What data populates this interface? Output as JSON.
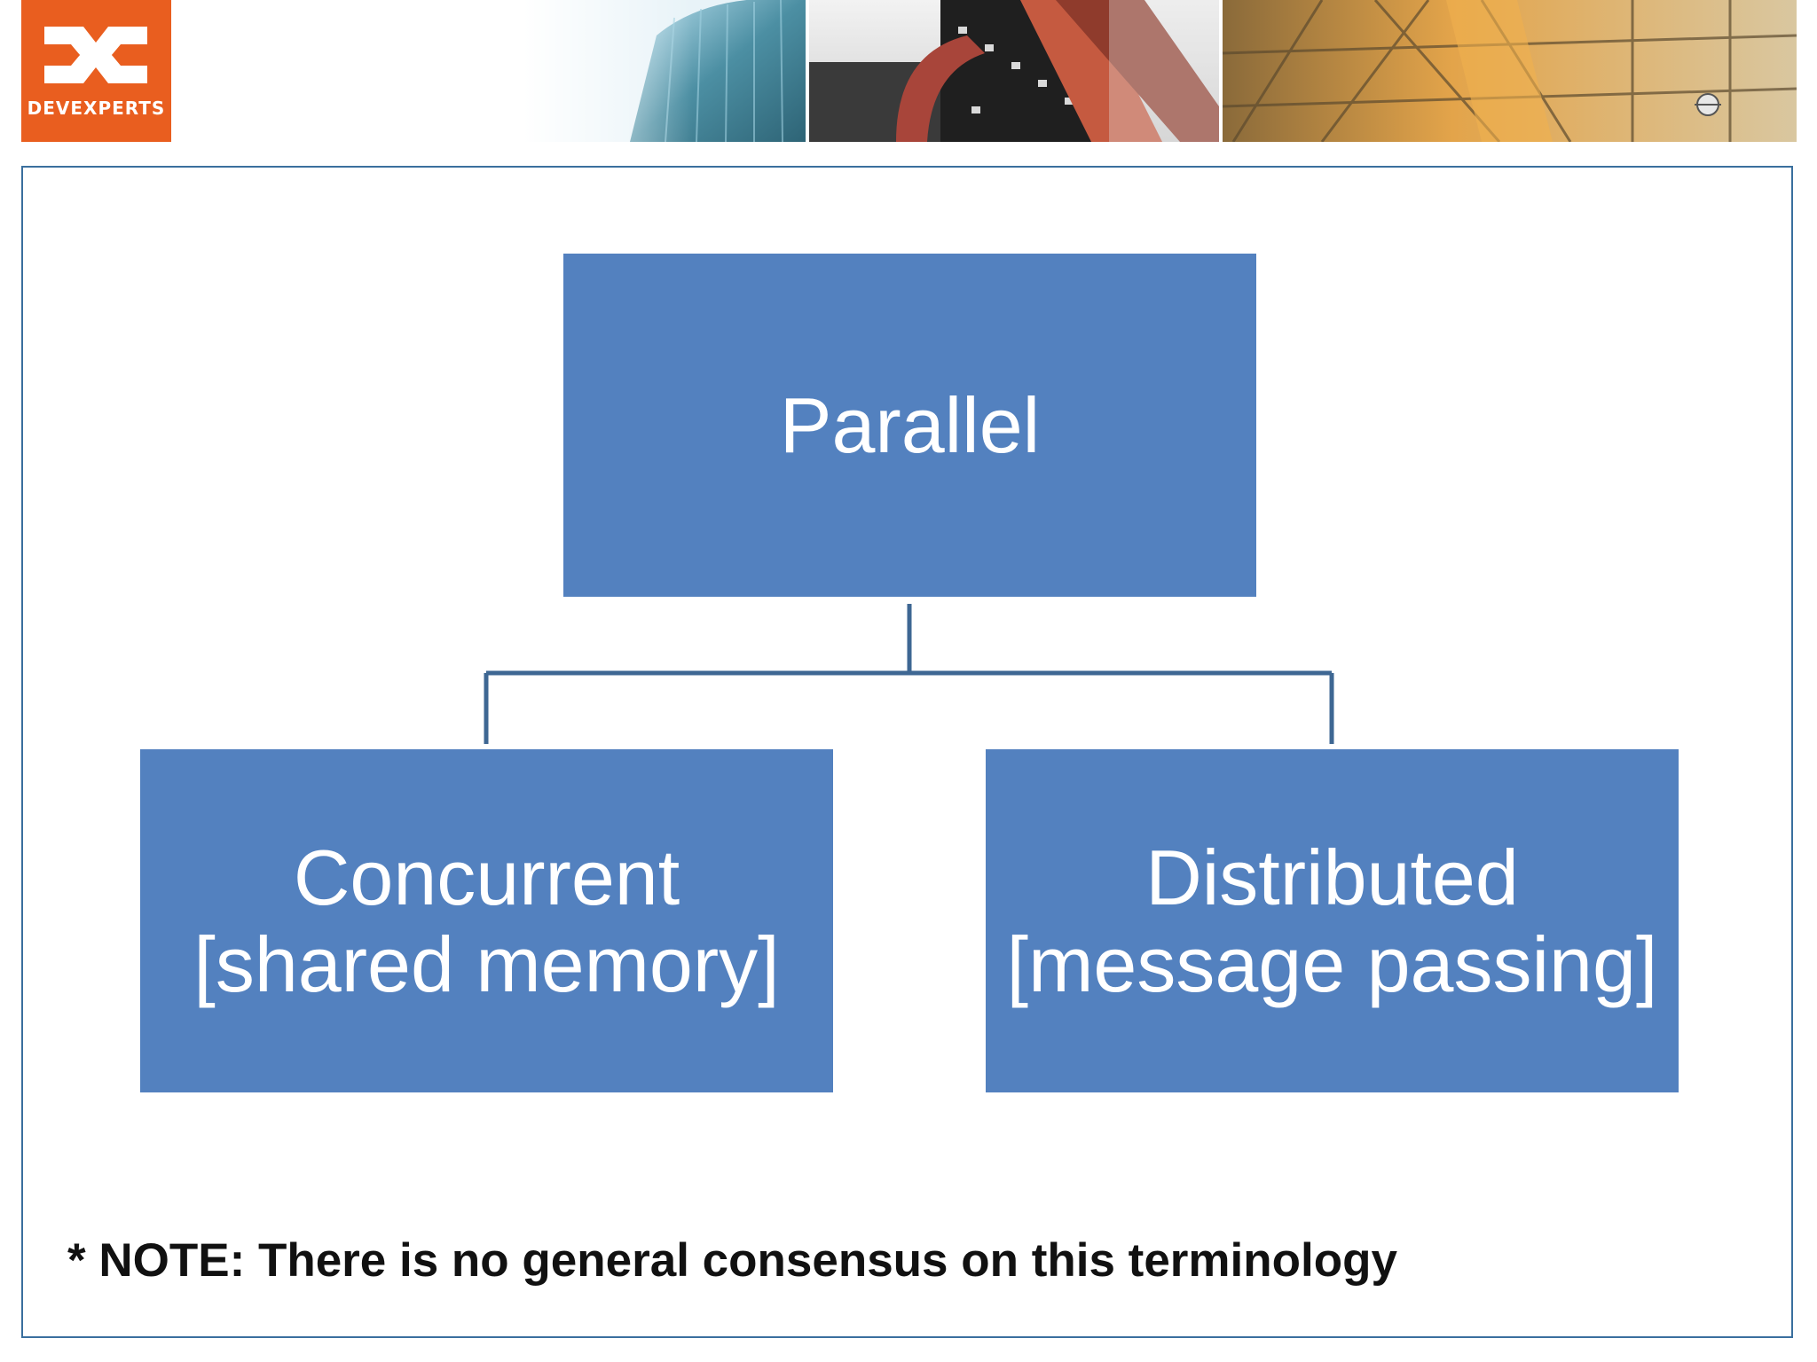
{
  "brand": {
    "name": "DEVEXPERTS",
    "color": "#e95e1f"
  },
  "diagram": {
    "root": {
      "label": "Parallel"
    },
    "children": [
      {
        "title": "Concurrent",
        "subtitle": "[shared memory]"
      },
      {
        "title": "Distributed",
        "subtitle": "[message passing]"
      }
    ],
    "box_color": "#5381bf",
    "connector_color": "#3e6793"
  },
  "note": "* NOTE: There is no general consensus on this terminology"
}
